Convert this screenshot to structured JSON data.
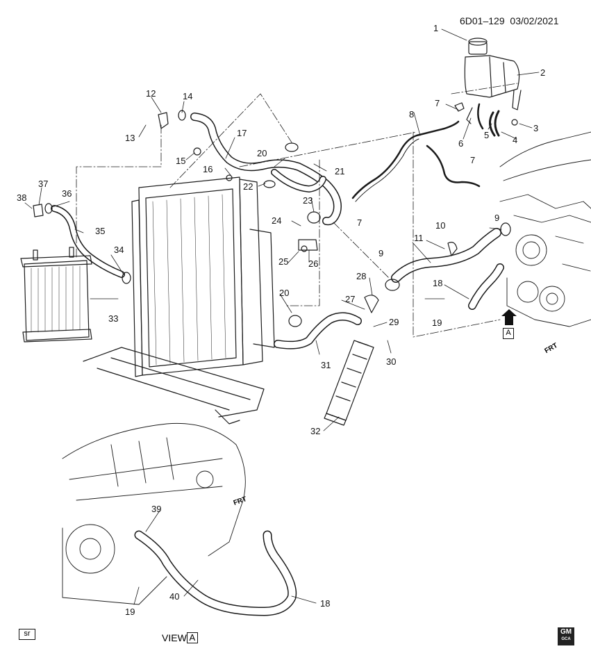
{
  "header": {
    "code": "6D01–129",
    "date": "03/02/2021"
  },
  "callouts": [
    "1",
    "2",
    "3",
    "4",
    "5",
    "6",
    "7",
    "7",
    "7",
    "8",
    "9",
    "9",
    "10",
    "11",
    "12",
    "13",
    "14",
    "15",
    "16",
    "17",
    "18",
    "18",
    "19",
    "19",
    "20",
    "20",
    "21",
    "22",
    "23",
    "24",
    "25",
    "26",
    "27",
    "28",
    "29",
    "30",
    "31",
    "32",
    "33",
    "34",
    "35",
    "36",
    "37",
    "38",
    "39",
    "40"
  ],
  "view_label": {
    "text": "VIEW",
    "letter": "A"
  },
  "view_marker_letter": "A",
  "frt_label": "FRT",
  "corner_tag": "sr",
  "gm_logo": {
    "text": "GM",
    "subtext": "GCA"
  },
  "colors": {
    "line": "#1a1a1a",
    "background": "#ffffff"
  }
}
